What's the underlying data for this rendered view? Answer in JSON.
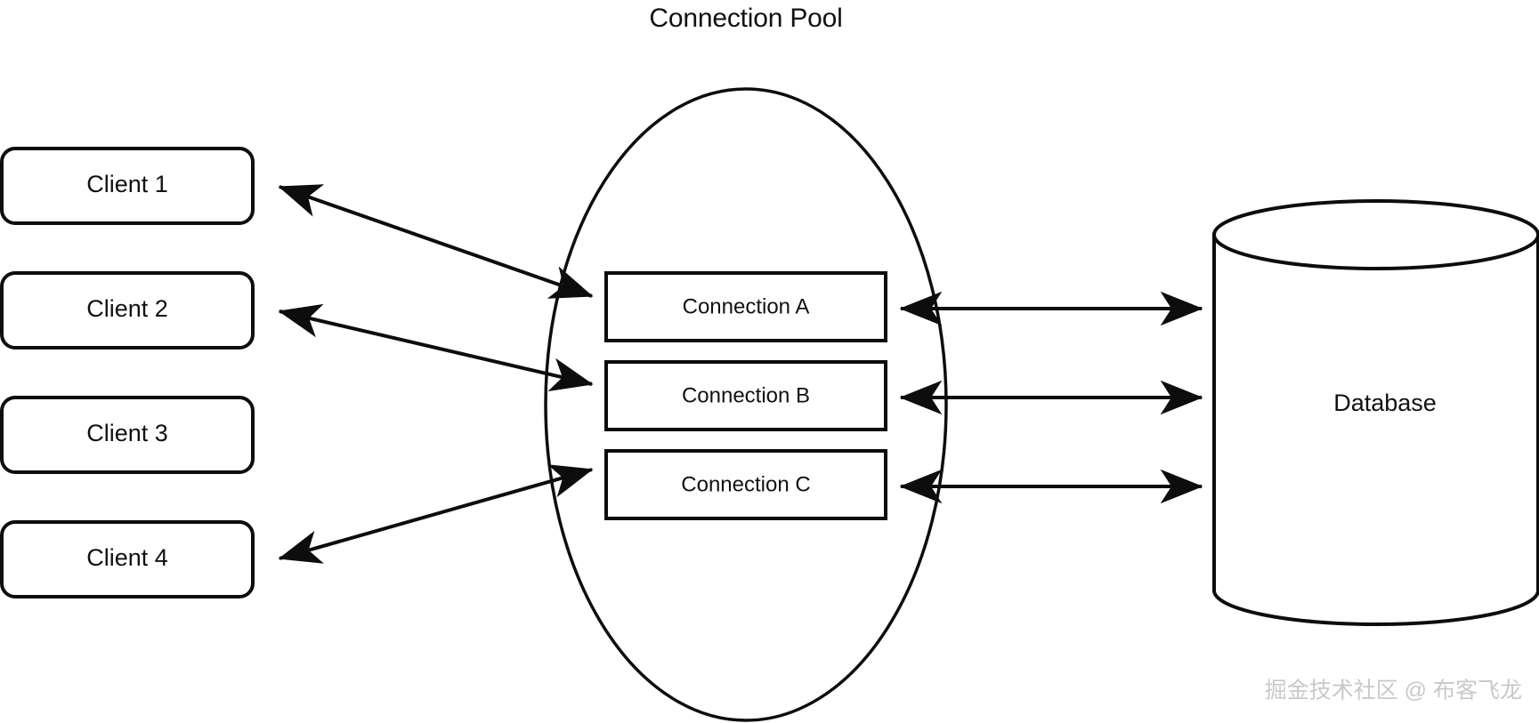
{
  "diagram": {
    "title": "Connection Pool",
    "clients": [
      {
        "label": "Client 1"
      },
      {
        "label": "Client 2"
      },
      {
        "label": "Client 3"
      },
      {
        "label": "Client 4"
      }
    ],
    "pool": {
      "connections": [
        {
          "label": "Connection A"
        },
        {
          "label": "Connection B"
        },
        {
          "label": "Connection C"
        }
      ]
    },
    "database": {
      "label": "Database"
    },
    "watermark": "掘金技术社区 @ 布客飞龙",
    "colors": {
      "stroke": "#0d0d0d",
      "fill": "#ffffff",
      "text": "#111111",
      "watermark": "#c9c9c9"
    }
  }
}
